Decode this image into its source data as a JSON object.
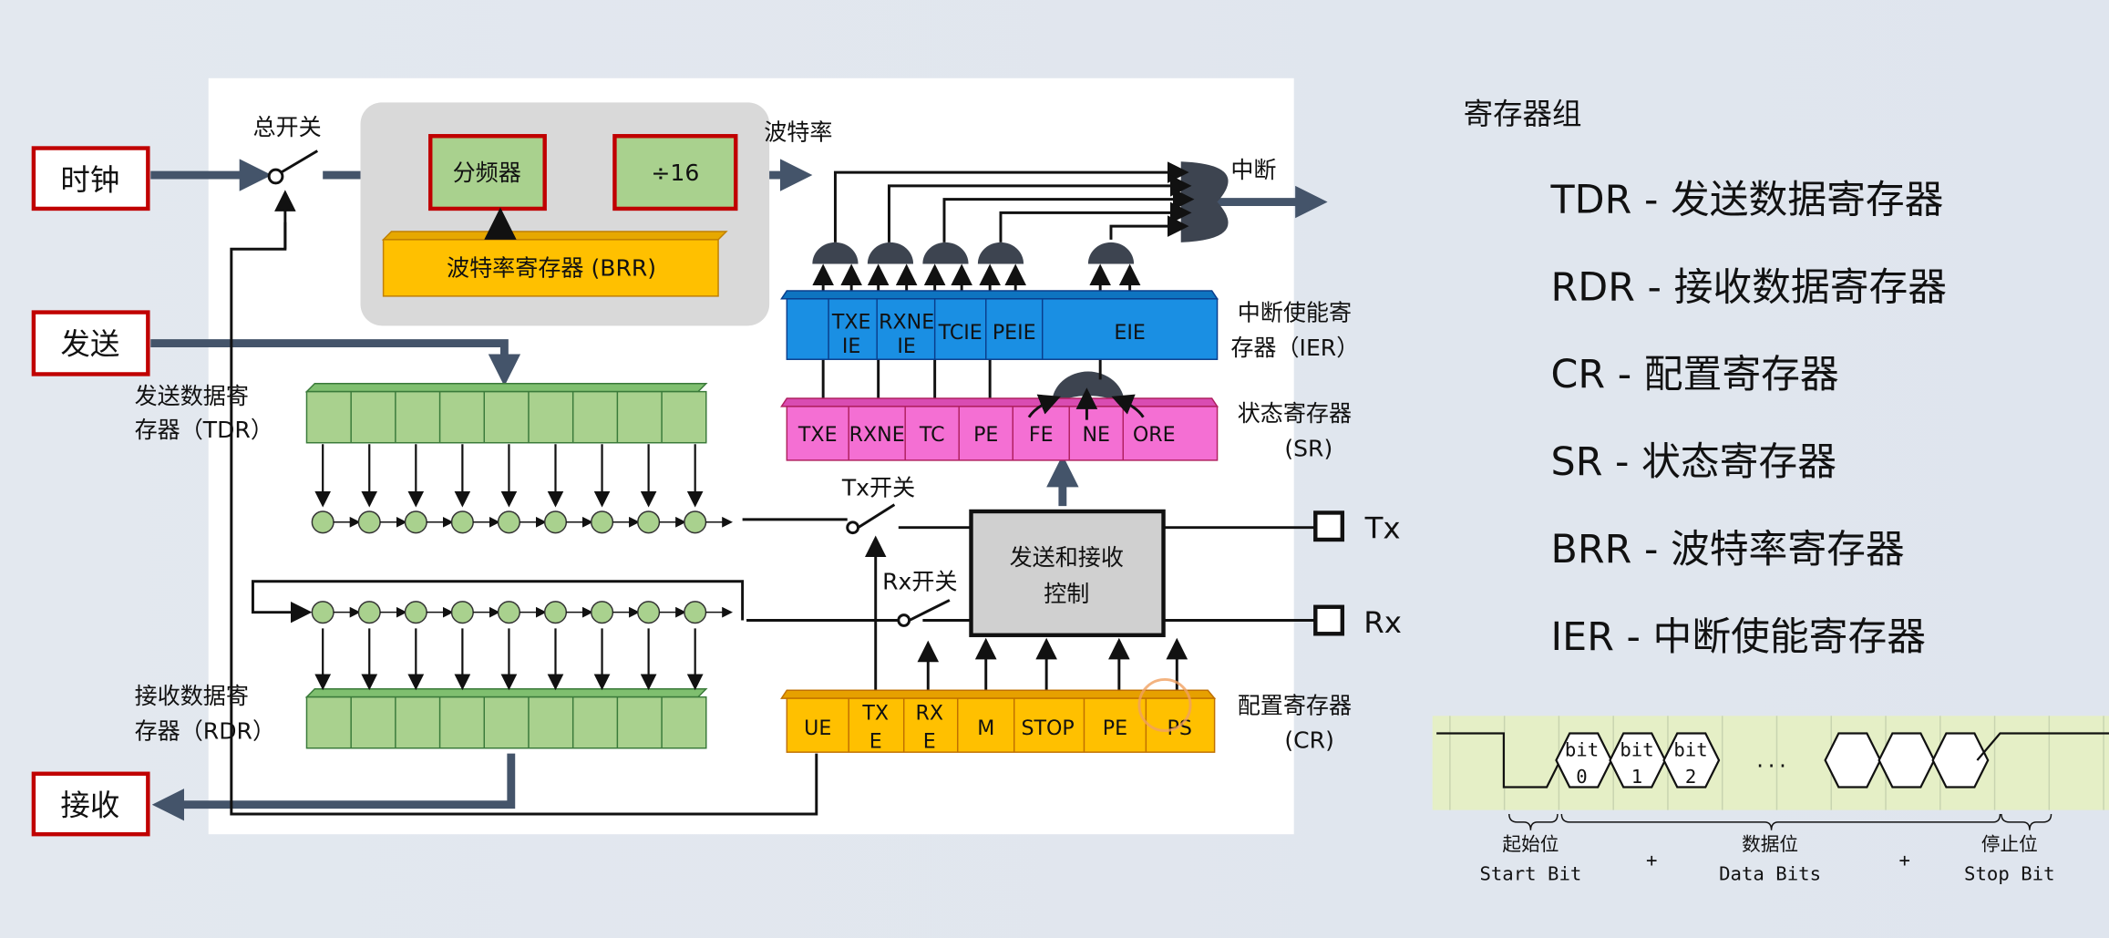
{
  "diagram": {
    "clock": "时钟",
    "send": "发送",
    "receive": "接收",
    "master_switch": "总开关",
    "divider": "分频器",
    "div16": "÷16",
    "brr": "波特率寄存器 (BRR)",
    "baud_rate": "波特率",
    "interrupt": "中断",
    "ier_label": [
      "中断使能寄",
      "存器（IER）"
    ],
    "ier_cells": [
      [
        "TXE",
        "IE"
      ],
      [
        "RXNE",
        "IE"
      ],
      [
        "TCIE",
        ""
      ],
      [
        "PEIE",
        ""
      ],
      [
        "EIE",
        ""
      ]
    ],
    "sr_label": [
      "状态寄存器",
      "(SR)"
    ],
    "sr_cells": [
      "TXE",
      "RXNE",
      "TC",
      "PE",
      "FE",
      "NE",
      "ORE"
    ],
    "tdr_label": [
      "发送数据寄",
      "存器（TDR）"
    ],
    "rdr_label": [
      "接收数据寄",
      "存器（RDR）"
    ],
    "tx_switch": "Tx开关",
    "rx_switch": "Rx开关",
    "control": [
      "发送和接收",
      "控制"
    ],
    "tx_pin": "Tx",
    "rx_pin": "Rx",
    "cr_label": [
      "配置寄存器",
      "(CR)"
    ],
    "cr_cells": [
      [
        "UE",
        ""
      ],
      [
        "TX",
        "E"
      ],
      [
        "RX",
        "E"
      ],
      [
        "M",
        ""
      ],
      [
        "STOP",
        ""
      ],
      [
        "PE",
        ""
      ],
      [
        "PS",
        ""
      ]
    ]
  },
  "register_group": {
    "title": "寄存器组",
    "items": [
      "TDR - 发送数据寄存器",
      "RDR - 接收数据寄存器",
      "CR - 配置寄存器",
      "SR - 状态寄存器",
      "BRR - 波特率寄存器",
      "IER - 中断使能寄存器"
    ]
  },
  "timing": {
    "bits": [
      [
        "bit",
        "0"
      ],
      [
        "bit",
        "1"
      ],
      [
        "bit",
        "2"
      ]
    ],
    "ellipsis": "...",
    "start": [
      "起始位",
      "Start Bit"
    ],
    "data": [
      "数据位",
      "Data Bits"
    ],
    "stop": [
      "停止位",
      "Stop Bit"
    ],
    "plus": "+"
  },
  "colors": {
    "red": "#c00000",
    "green": "#a9d18e",
    "orange": "#ffc000",
    "blue": "#1a8fe3",
    "pink": "#f46fd3",
    "arrow": "#44546a"
  }
}
